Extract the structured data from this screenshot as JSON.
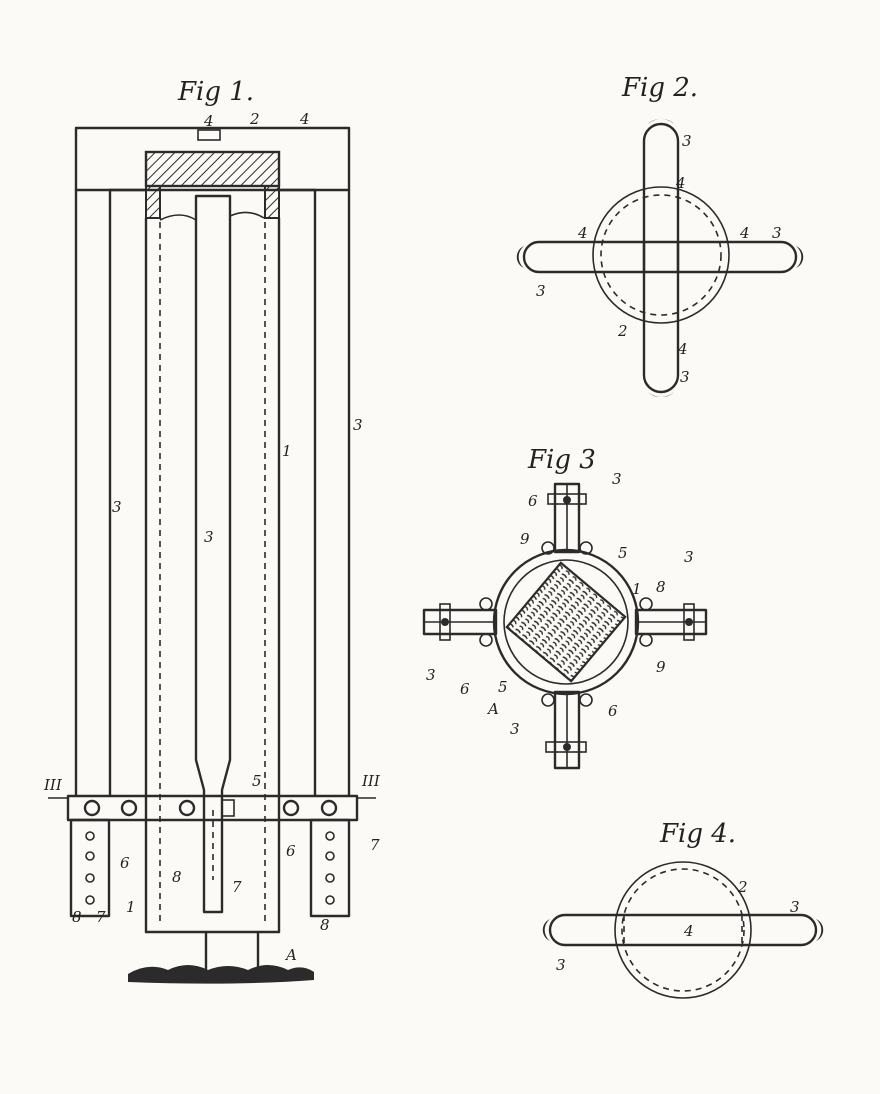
{
  "figures": {
    "fig1": {
      "title": "Fig 1.",
      "labels": {
        "top_bolt": "4",
        "cap": "2",
        "crossbar": "4",
        "left_rod": "3",
        "center_rod": "3",
        "right_rod": "3",
        "post": "1",
        "band": "5",
        "left_bolt": "6",
        "right_bolt": "6",
        "left_tab": "7",
        "right_tab": "7",
        "left_hole": "8",
        "right_hole": "8",
        "center_pin": "8",
        "center_slot": "7",
        "post_base": "1",
        "ground_post": "A",
        "section_left": "III",
        "section_right": "III"
      }
    },
    "fig2": {
      "title": "Fig 2.",
      "labels": {
        "top_end": "3",
        "top_arm": "4",
        "left_arm": "4",
        "right_arm": "4",
        "right_end": "3",
        "left_end": "3",
        "cap": "2",
        "bottom_arm": "4",
        "bottom_end": "3"
      }
    },
    "fig3": {
      "title": "Fig 3",
      "labels": {
        "top_rod": "3",
        "top_bolt": "6",
        "band": "5",
        "right_rod": "3",
        "post": "1",
        "right_bolt": "8",
        "upper_filler": "9",
        "lower_filler": "9",
        "left_rod": "3",
        "left_bolt": "6",
        "band_lower": "5",
        "core": "A",
        "bottom_rod": "3",
        "bottom_bolt": "6"
      }
    },
    "fig4": {
      "title": "Fig 4.",
      "labels": {
        "cap": "2",
        "right_end": "3",
        "bar": "4",
        "left_end": "3"
      }
    }
  }
}
